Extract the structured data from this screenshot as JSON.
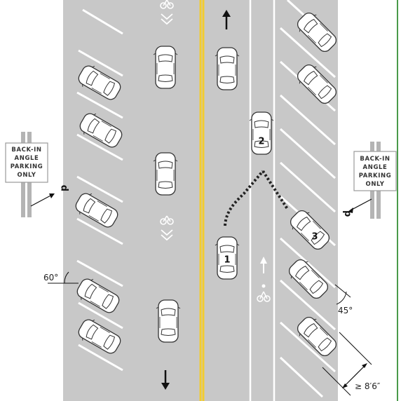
{
  "signs": {
    "left": {
      "lines": [
        "BACK-IN",
        "ANGLE",
        "PARKING",
        "ONLY"
      ],
      "marker": "p"
    },
    "right": {
      "lines": [
        "BACK-IN",
        "ANGLE",
        "PARKING",
        "ONLY"
      ],
      "marker": "p"
    }
  },
  "angles": {
    "left_angle": "60°",
    "right_angle": "45°"
  },
  "dimension": {
    "stall_width": "≥ 8′6″"
  },
  "maneuver_steps": [
    "1",
    "2",
    "3"
  ],
  "icons": {
    "direction_up": "arrow-up-icon",
    "direction_down": "arrow-down-icon",
    "bike_lane": "bicycle-icon",
    "sharrow": "sharrow-icon"
  },
  "colors": {
    "road": "#c8c8c8",
    "center_line": "#f2cc2f",
    "markings": "#ffffff",
    "green_border": "#4a9a4a",
    "vehicle_path": "#222222"
  }
}
